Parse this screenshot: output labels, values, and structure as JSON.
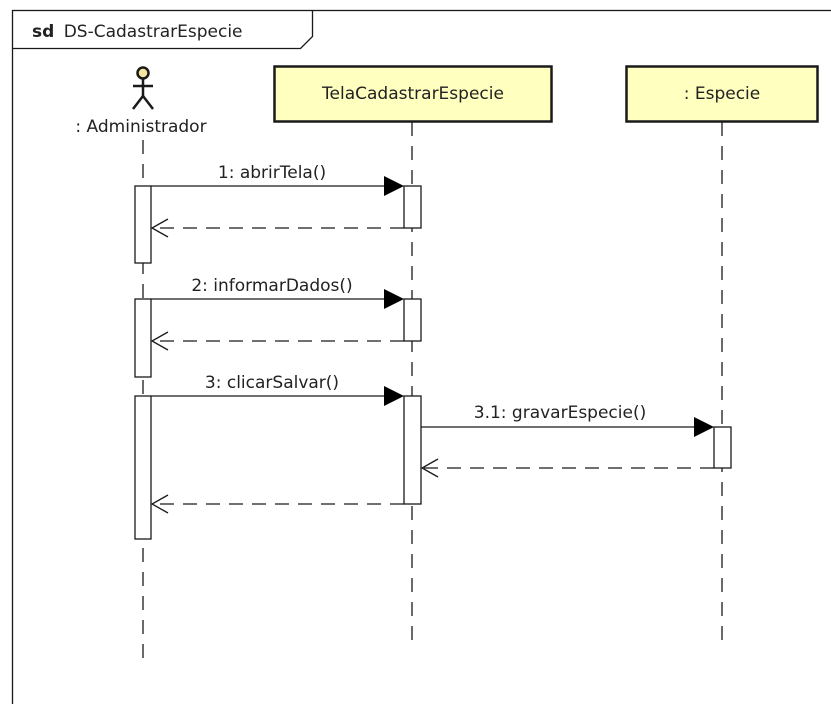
{
  "frame": {
    "keyword": "sd",
    "name": "DS-CadastrarEspecie"
  },
  "colors": {
    "line": "#1a1a1a",
    "object_fill": "#ffffc0",
    "activation_fill": "#ffffff",
    "actor_head": "#f2e6a0",
    "text": "#222222"
  },
  "participants": [
    {
      "id": "admin",
      "type": "actor",
      "label": ": Administrador"
    },
    {
      "id": "tela",
      "type": "object",
      "label": "TelaCadastrarEspecie"
    },
    {
      "id": "especie",
      "type": "object",
      "label": ": Especie"
    }
  ],
  "messages": [
    {
      "id": "m1",
      "label": "1: abrirTela()",
      "from": "admin",
      "to": "tela",
      "kind": "sync"
    },
    {
      "id": "m1r",
      "label": "",
      "from": "tela",
      "to": "admin",
      "kind": "return"
    },
    {
      "id": "m2",
      "label": "2: informarDados()",
      "from": "admin",
      "to": "tela",
      "kind": "sync"
    },
    {
      "id": "m2r",
      "label": "",
      "from": "tela",
      "to": "admin",
      "kind": "return"
    },
    {
      "id": "m3",
      "label": "3: clicarSalvar()",
      "from": "admin",
      "to": "tela",
      "kind": "sync"
    },
    {
      "id": "m31",
      "label": "3.1: gravarEspecie()",
      "from": "tela",
      "to": "especie",
      "kind": "sync"
    },
    {
      "id": "m31r",
      "label": "",
      "from": "especie",
      "to": "tela",
      "kind": "return"
    },
    {
      "id": "m3r",
      "label": "",
      "from": "tela",
      "to": "admin",
      "kind": "return"
    }
  ]
}
